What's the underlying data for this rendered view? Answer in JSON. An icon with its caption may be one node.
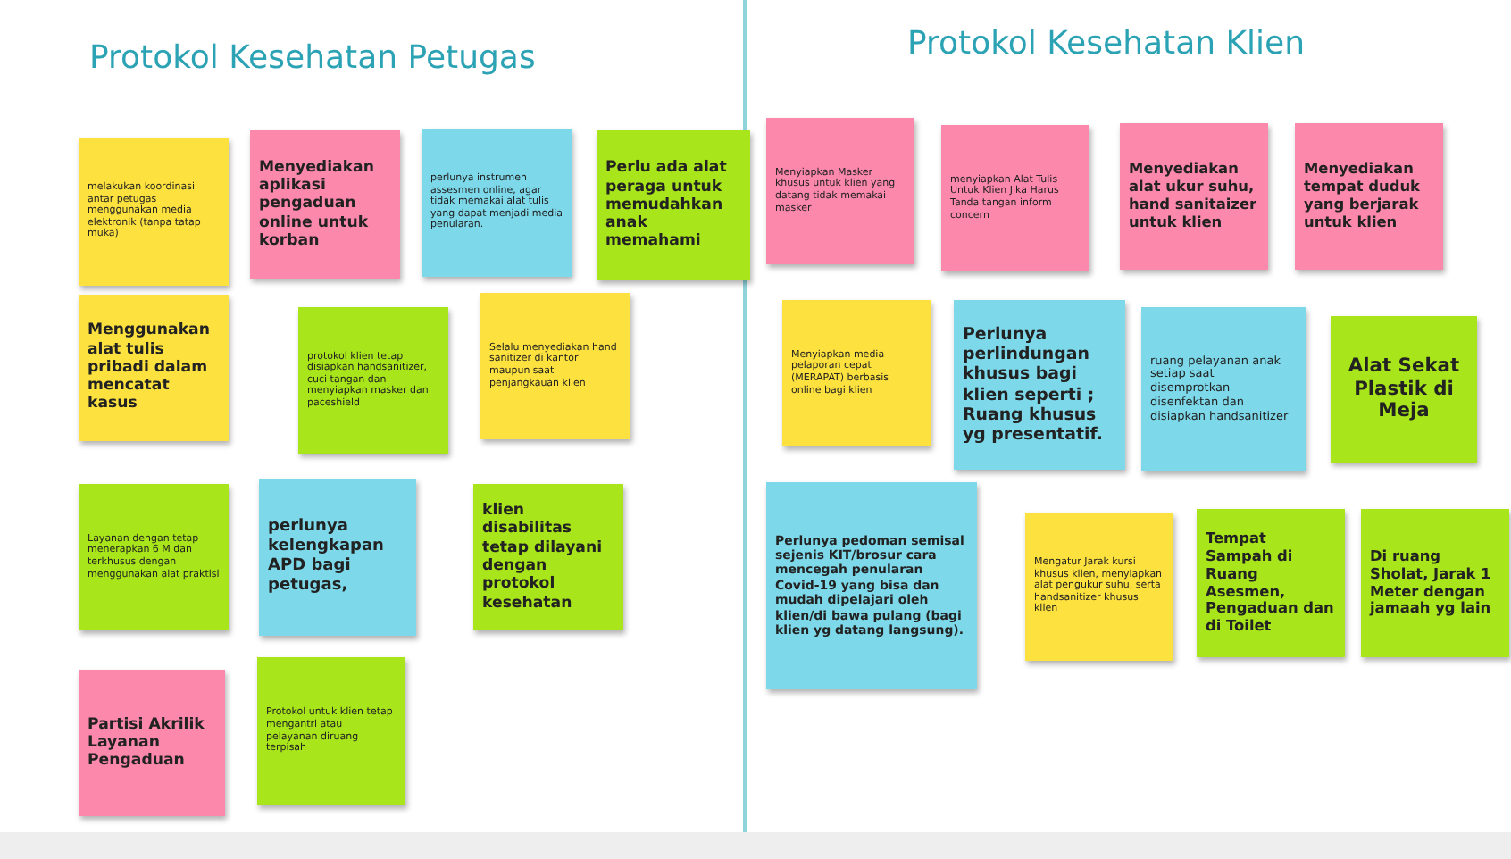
{
  "diagram": {
    "nodes": [
      {
        "text": [
          "melakukan koordinasi antar petugas menggunakan media elektronik (tanpa tatap muka)"
        ]
      },
      {
        "text": [
          "Menyediakan aplikasi pengaduan online untuk korban"
        ]
      },
      {
        "text": [
          "perlunya instrumen assesmen online, agar tidak memakai alat tulis yang dapat menjadi media penularan."
        ]
      },
      {
        "text": [
          "Perlu ada alat peraga untuk memudahkan anak memahami"
        ]
      },
      {
        "text": [
          "Menggunakan alat tulis pribadi dalam mencatat kasus"
        ]
      },
      {
        "text": [
          "protokol klien tetap disiapkan handsanitizer, cuci tangan dan menyiapkan masker dan paceshield"
        ]
      },
      {
        "text": [
          "Selalu menyediakan hand sanitizer di kantor maupun saat penjangkauan klien"
        ]
      },
      {
        "text": [
          "Layanan dengan tetap menerapkan 6 M dan terkhusus dengan menggunakan alat praktisi"
        ]
      },
      {
        "text": [
          "perlunya kelengkapan APD bagi petugas,"
        ]
      },
      {
        "text": [
          "klien disabilitas tetap dilayani dengan protokol kesehatan"
        ]
      },
      {
        "text": [
          "Partisi Akrilik Layanan Pengaduan"
        ]
      },
      {
        "text": [
          "Protokol untuk klien tetap  mengantri atau pelayanan diruang terpisah"
        ]
      },
      {
        "text": [
          "Menyiapkan Masker khusus untuk klien yang datang tidak memakai masker"
        ]
      },
      {
        "text": [
          "menyiapkan Alat Tulis Untuk Klien Jika Harus Tanda tangan inform concern"
        ]
      },
      {
        "text": [
          "Menyediakan alat ukur suhu, hand sanitaizer untuk klien"
        ]
      },
      {
        "text": [
          "Menyediakan tempat duduk yang berjarak untuk klien"
        ]
      },
      {
        "text": [
          "Menyiapkan media pelaporan cepat (MERAPAT) berbasis online bagi klien"
        ]
      },
      {
        "text": [
          "Perlunya perlindungan khusus bagi klien seperti ; Ruang khusus yg presentatif."
        ]
      },
      {
        "text": [
          "ruang pelayanan anak setiap saat disemprotkan disenfektan dan disiapkan handsanitizer"
        ]
      },
      {
        "text": [
          "Alat Sekat Plastik di Meja"
        ]
      },
      {
        "text": [
          "Perlunya pedoman semisal sejenis KIT/brosur cara mencegah penularan Covid-19 yang bisa dan mudah dipelajari oleh klien/di bawa pulang (bagi klien yg datang langsung)."
        ]
      },
      {
        "text": [
          "Mengatur Jarak kursi khusus klien, menyiapkan alat pengukur suhu, serta handsanitizer khusus klien"
        ]
      },
      {
        "text": [
          "Tempat Sampah di Ruang Asesmen, Pengaduan dan di Toilet"
        ]
      },
      {
        "text": [
          "Di ruang Sholat, Jarak 1 Meter dengan jamaah yg lain"
        ]
      }
    ],
    "labels": [
      "Protokol Kesehatan Petugas",
      "Protokol Kesehatan Klien"
    ]
  }
}
